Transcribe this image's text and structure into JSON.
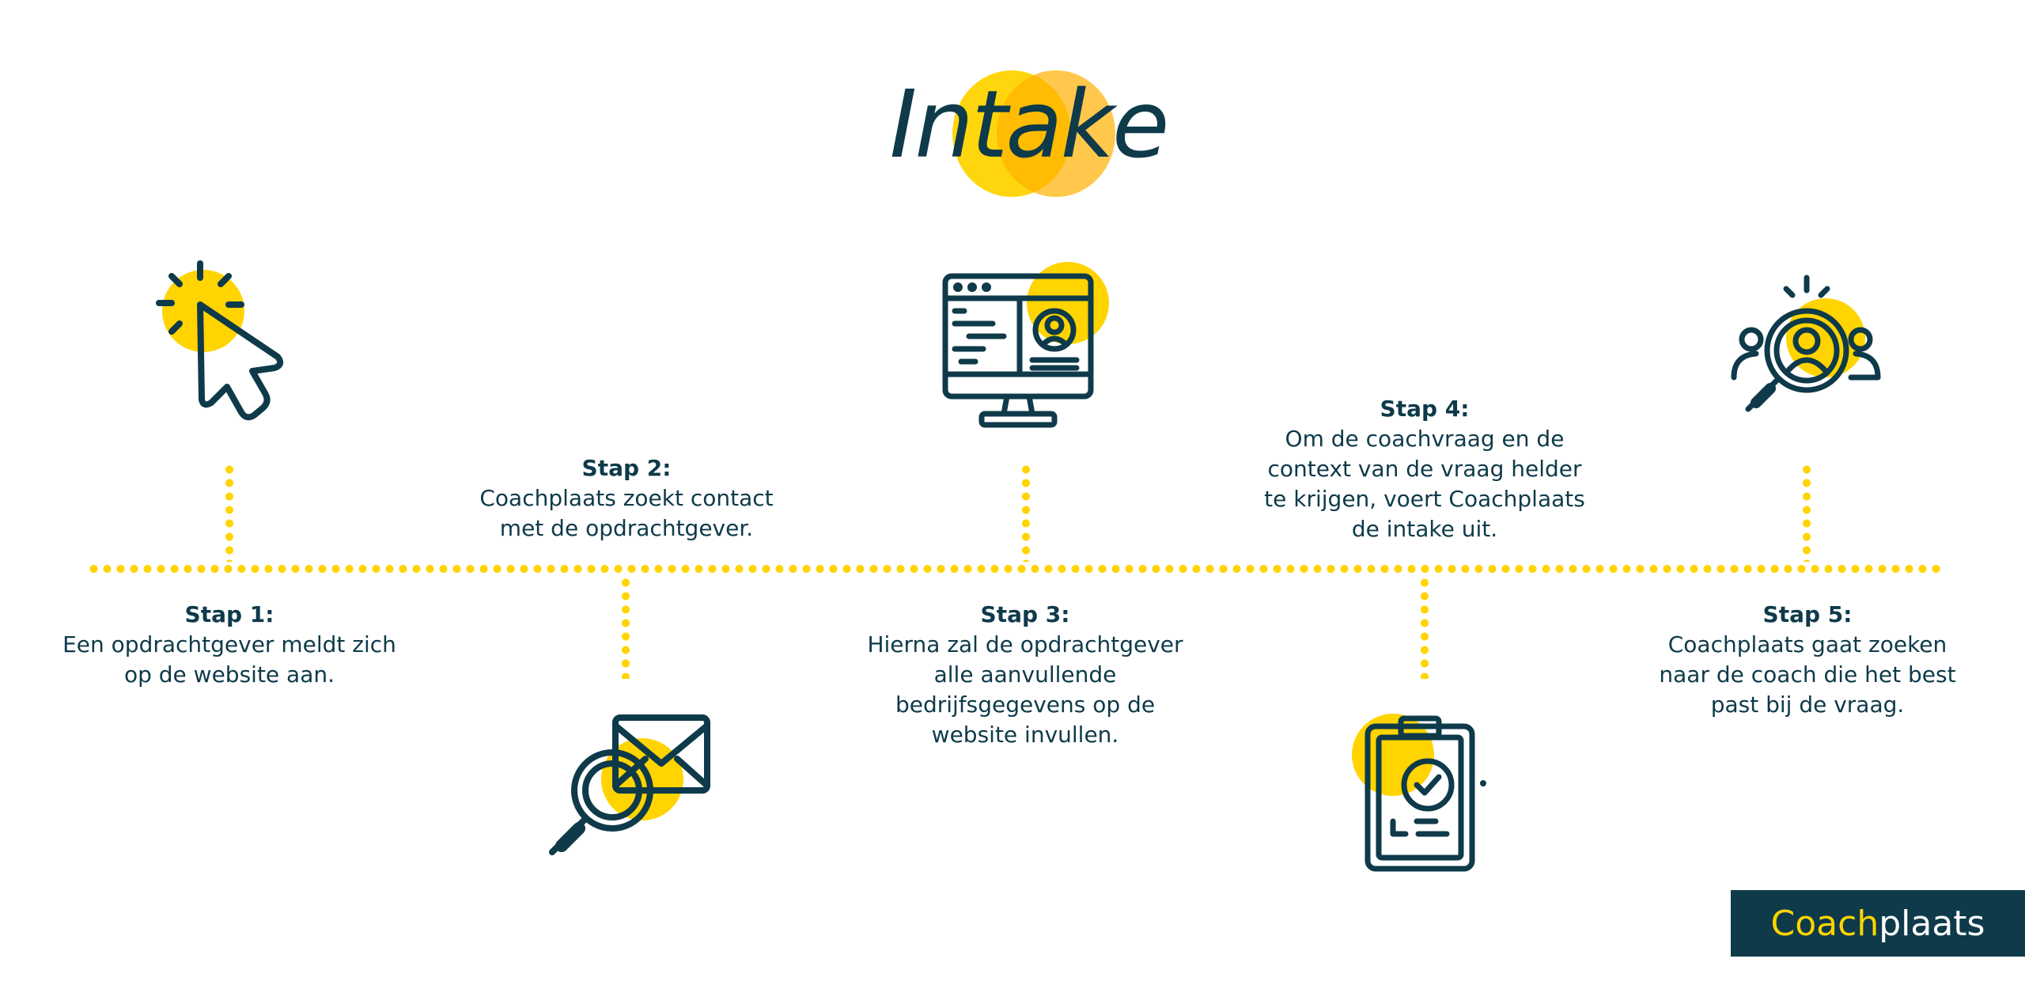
{
  "title": "Intake",
  "colors": {
    "accent": "#ffd400",
    "dark": "#0e3a4a",
    "background": "#ffffff"
  },
  "steps": [
    {
      "title": "Stap 1:",
      "description": "Een opdrachtgever meldt zich\nop de website aan.",
      "icon": "cursor-click-icon"
    },
    {
      "title": "Stap 2:",
      "description": "Coachplaats zoekt contact\nmet de opdrachtgever.",
      "icon": "envelope-search-icon"
    },
    {
      "title": "Stap 3:",
      "description": "Hierna zal de opdrachtgever\nalle aanvullende\nbedrijfsgegevens op de\nwebsite invullen.",
      "icon": "monitor-profile-icon"
    },
    {
      "title": "Stap 4:",
      "description": "Om de coachvraag en de\ncontext van de vraag helder\nte krijgen, voert Coachplaats\nde intake uit.",
      "icon": "clipboard-check-icon"
    },
    {
      "title": "Stap 5:",
      "description": "Coachplaats gaat zoeken\nnaar de coach die het best\npast bij de vraag.",
      "icon": "people-search-icon"
    }
  ],
  "brand": {
    "part1": "Coach",
    "part2": "plaats"
  }
}
